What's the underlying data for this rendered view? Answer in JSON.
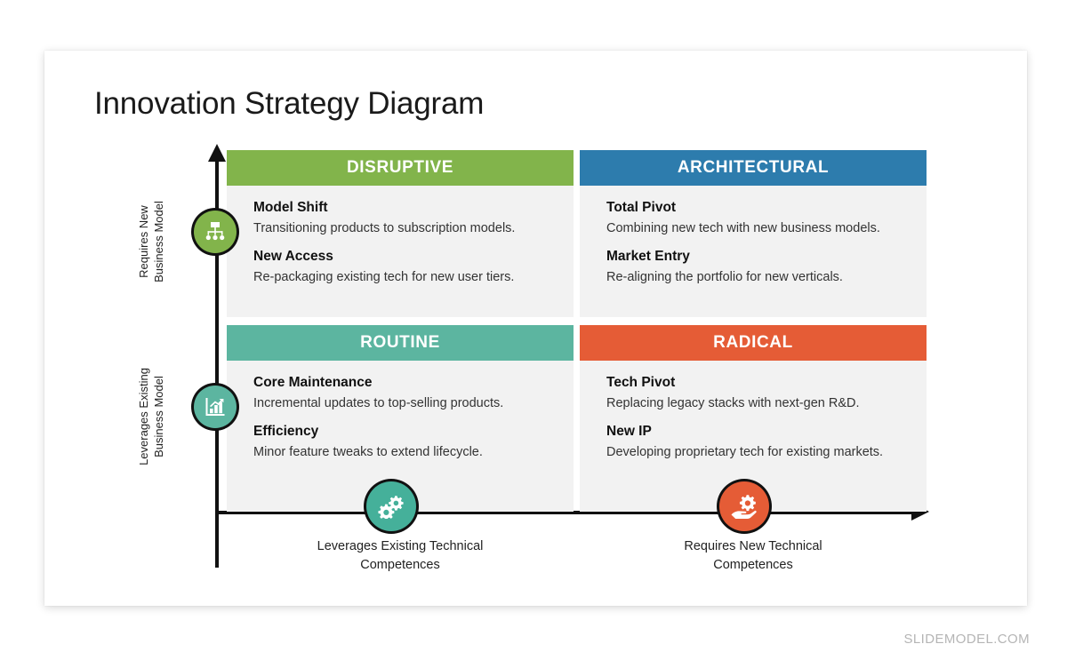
{
  "slide": {
    "title": "Innovation Strategy Diagram",
    "watermark": "SLIDEMODEL.COM"
  },
  "axes": {
    "y_top_label": "Requires New\nBusiness Model",
    "y_top_line1": "Requires New",
    "y_top_line2": "Business Model",
    "y_bottom_line1": "Leverages Existing",
    "y_bottom_line2": "Business Model",
    "x_left_line1": "Leverages Existing Technical",
    "x_left_line2": "Competences",
    "x_right_line1": "Requires New Technical",
    "x_right_line2": "Competences"
  },
  "quadrants": [
    {
      "key": "disruptive",
      "header": "DISRUPTIVE",
      "color": "#82b44b",
      "items": [
        {
          "title": "Model Shift",
          "desc": "Transitioning products to subscription models."
        },
        {
          "title": "New Access",
          "desc": "Re-packaging existing tech for new user tiers."
        }
      ]
    },
    {
      "key": "architectural",
      "header": "ARCHITECTURAL",
      "color": "#2d7cad",
      "items": [
        {
          "title": "Total Pivot",
          "desc": "Combining new tech with new business models."
        },
        {
          "title": "Market Entry",
          "desc": "Re-aligning the portfolio for new verticals."
        }
      ]
    },
    {
      "key": "routine",
      "header": "ROUTINE",
      "color": "#5cb5a0",
      "items": [
        {
          "title": "Core Maintenance",
          "desc": "Incremental updates to top-selling products."
        },
        {
          "title": "Efficiency",
          "desc": "Minor feature tweaks to extend lifecycle."
        }
      ]
    },
    {
      "key": "radical",
      "header": "RADICAL",
      "color": "#e55c36",
      "items": [
        {
          "title": "Tech Pivot",
          "desc": "Replacing legacy stacks with next-gen R&D."
        },
        {
          "title": "New IP",
          "desc": "Developing proprietary tech for existing markets."
        }
      ]
    }
  ],
  "badges": [
    {
      "key": "org-chart",
      "icon": "org-chart-icon",
      "color": "#82b44b"
    },
    {
      "key": "growth-chart",
      "icon": "growth-chart-icon",
      "color": "#5cb5a0"
    },
    {
      "key": "gears",
      "icon": "gears-icon",
      "color": "#45b09a"
    },
    {
      "key": "hand-gear",
      "icon": "hand-gear-icon",
      "color": "#e55c36"
    }
  ],
  "colors": {
    "green": "#82b44b",
    "blue": "#2d7cad",
    "teal": "#5cb5a0",
    "orange": "#e55c36",
    "panel_bg": "#f2f2f2",
    "axis": "#111111"
  }
}
